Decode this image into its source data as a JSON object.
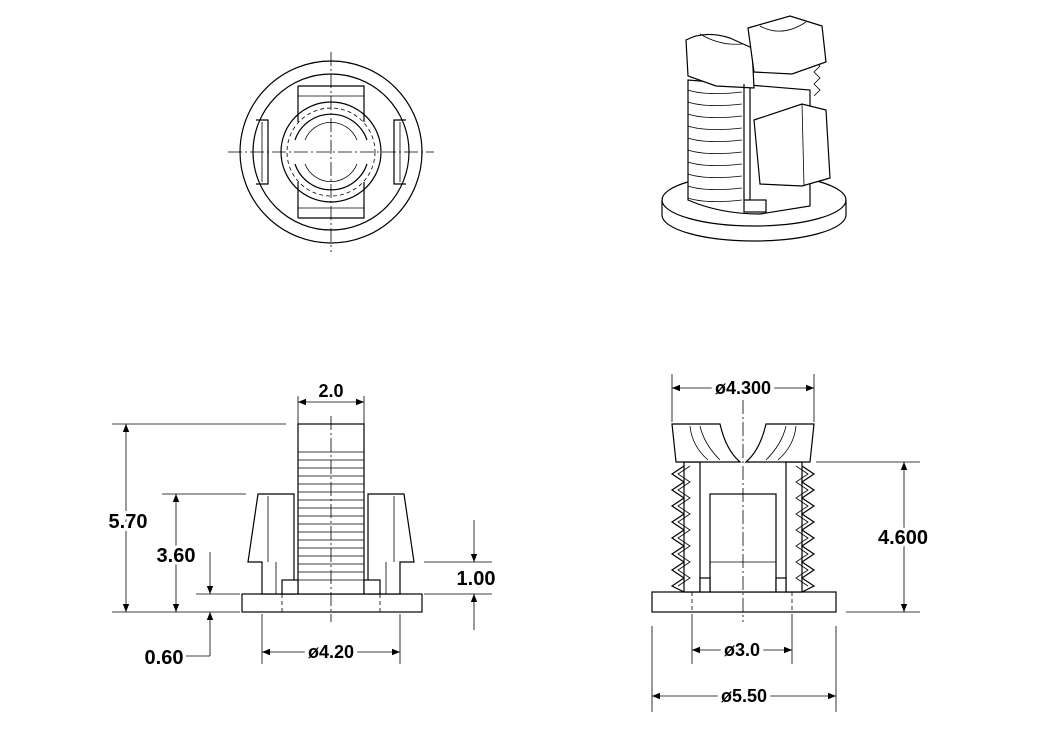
{
  "drawing": {
    "dimensions": {
      "front_top_width": "2.0",
      "front_total_height": "5.70",
      "front_mid_height": "3.60",
      "front_flange_thickness": "0.60",
      "front_right_height": "1.00",
      "front_bottom_width": "ø4.20",
      "side_top_diameter": "ø4.300",
      "side_height": "4.600",
      "side_inner_diameter": "ø3.0",
      "side_flange_diameter": "ø5.50"
    }
  }
}
